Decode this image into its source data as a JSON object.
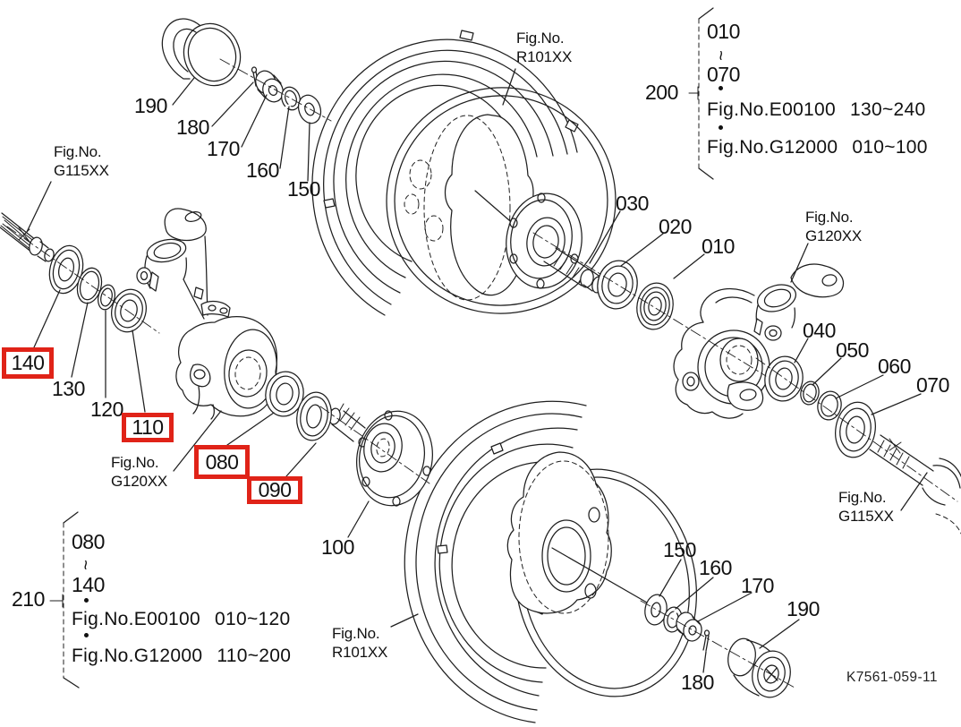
{
  "drawing_code": "K7561-059-11",
  "highlight_color": "#e02318",
  "callouts": {
    "tl_190": "190",
    "tl_180": "180",
    "tl_170": "170",
    "tl_160": "160",
    "tl_150": "150",
    "left_140": "140",
    "left_130": "130",
    "left_120": "120",
    "left_110": "110",
    "left_080": "080",
    "left_090": "090",
    "center_100": "100",
    "top_030": "030",
    "top_020": "020",
    "top_010": "010",
    "right_040": "040",
    "right_050": "050",
    "right_060": "060",
    "right_070": "070",
    "br_150": "150",
    "br_160": "160",
    "br_170": "170",
    "br_180": "180",
    "br_190": "190"
  },
  "fig_refs": {
    "top_left": {
      "line1": "Fig.No.",
      "line2": "G115XX"
    },
    "left": {
      "line1": "Fig.No.",
      "line2": "G120XX"
    },
    "top_wheel": {
      "line1": "Fig.No.",
      "line2": "R101XX"
    },
    "bottom_wheel": {
      "line1": "Fig.No.",
      "line2": "R101XX"
    },
    "right": {
      "line1": "Fig.No.",
      "line2": "G120XX"
    },
    "bottom_right": {
      "line1": "Fig.No.",
      "line2": "G115XX"
    }
  },
  "groups": {
    "g200": {
      "label": "200",
      "range_start": "010",
      "tilde": "~",
      "range_end": "070",
      "entries": [
        {
          "fig": "Fig.No.E00100",
          "range": "130~240"
        },
        {
          "fig": "Fig.No.G12000",
          "range": "010~100"
        }
      ]
    },
    "g210": {
      "label": "210",
      "range_start": "080",
      "tilde": "~",
      "range_end": "140",
      "entries": [
        {
          "fig": "Fig.No.E00100",
          "range": "010~120"
        },
        {
          "fig": "Fig.No.G12000",
          "range": "110~200"
        }
      ]
    }
  }
}
